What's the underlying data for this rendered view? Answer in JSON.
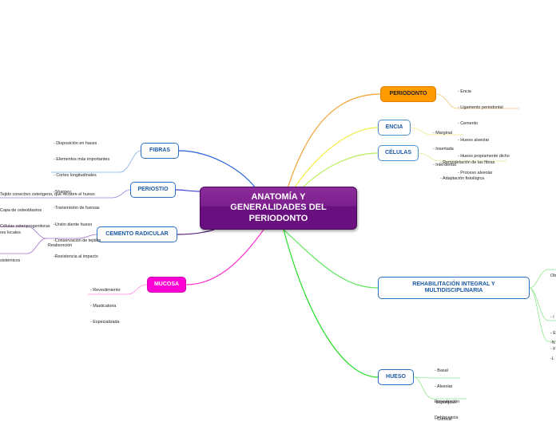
{
  "central": {
    "title": "ANATOMÍA Y GENERALIDADES DEL PERIODONTO"
  },
  "colors": {
    "central": "#6a0f80",
    "periodonto": "#ff9a00",
    "mucosa": "#ff00d4"
  },
  "nodes": {
    "periodonto": "PERIODONTO",
    "encia": "ENCIA",
    "celulas": "CÉLULAS",
    "rehabilitacion": "REHABILITACIÓN INTEGRAL Y MULTIDISCIPLINARIA",
    "hueso": "HUESO",
    "fibras": "FIBRAS",
    "periostio": "PERIOSTIO",
    "cemento": "CEMENTO RADICULAR",
    "mucosa": "MUCOSA"
  },
  "leaves": {
    "periodonto": [
      "- Encia",
      "- Ligamento periodontal",
      "- Cemento",
      "- Hueso alveolar",
      "- Hueso propiamente dicho",
      "- Proceso alveolar"
    ],
    "encia": [
      "- Marginal",
      "- Insertada",
      "- Interdental"
    ],
    "celulas": [
      "- Remodelación de las fibras",
      "- Adaptación fisiológica"
    ],
    "hueso_a": [
      "- Basal",
      "- Alveolar",
      "-Esponjoso",
      "- Cortical"
    ],
    "hueso_b": [
      "Fenestración",
      "Dehiscencia"
    ],
    "rehab_a": "Ob",
    "rehab_b": [
      "- I",
      "- E",
      "- F"
    ],
    "rehab_c": [
      "-N",
      "-L"
    ],
    "fibras": [
      "- Disposición en haces",
      "- Elementos más importantes",
      "- Cortes longitudinales",
      "-Sharpey",
      "-Transmisión de fuerzas",
      "-Unión diente hueso",
      "-Conservación de tejidos",
      "-Resistencia al impacto"
    ],
    "periostio": [
      "Tejido conectivo osteógeno, que recubre el hueso",
      "Capa de osteoblastos",
      "Células osteoprogenitoras"
    ],
    "cemento": "Reabsorción",
    "cemento_a": "res locales",
    "cemento_b": "sistémicos",
    "mucosa": [
      "- Revestimiento",
      "- Masticatoria",
      "- Especializada"
    ]
  }
}
